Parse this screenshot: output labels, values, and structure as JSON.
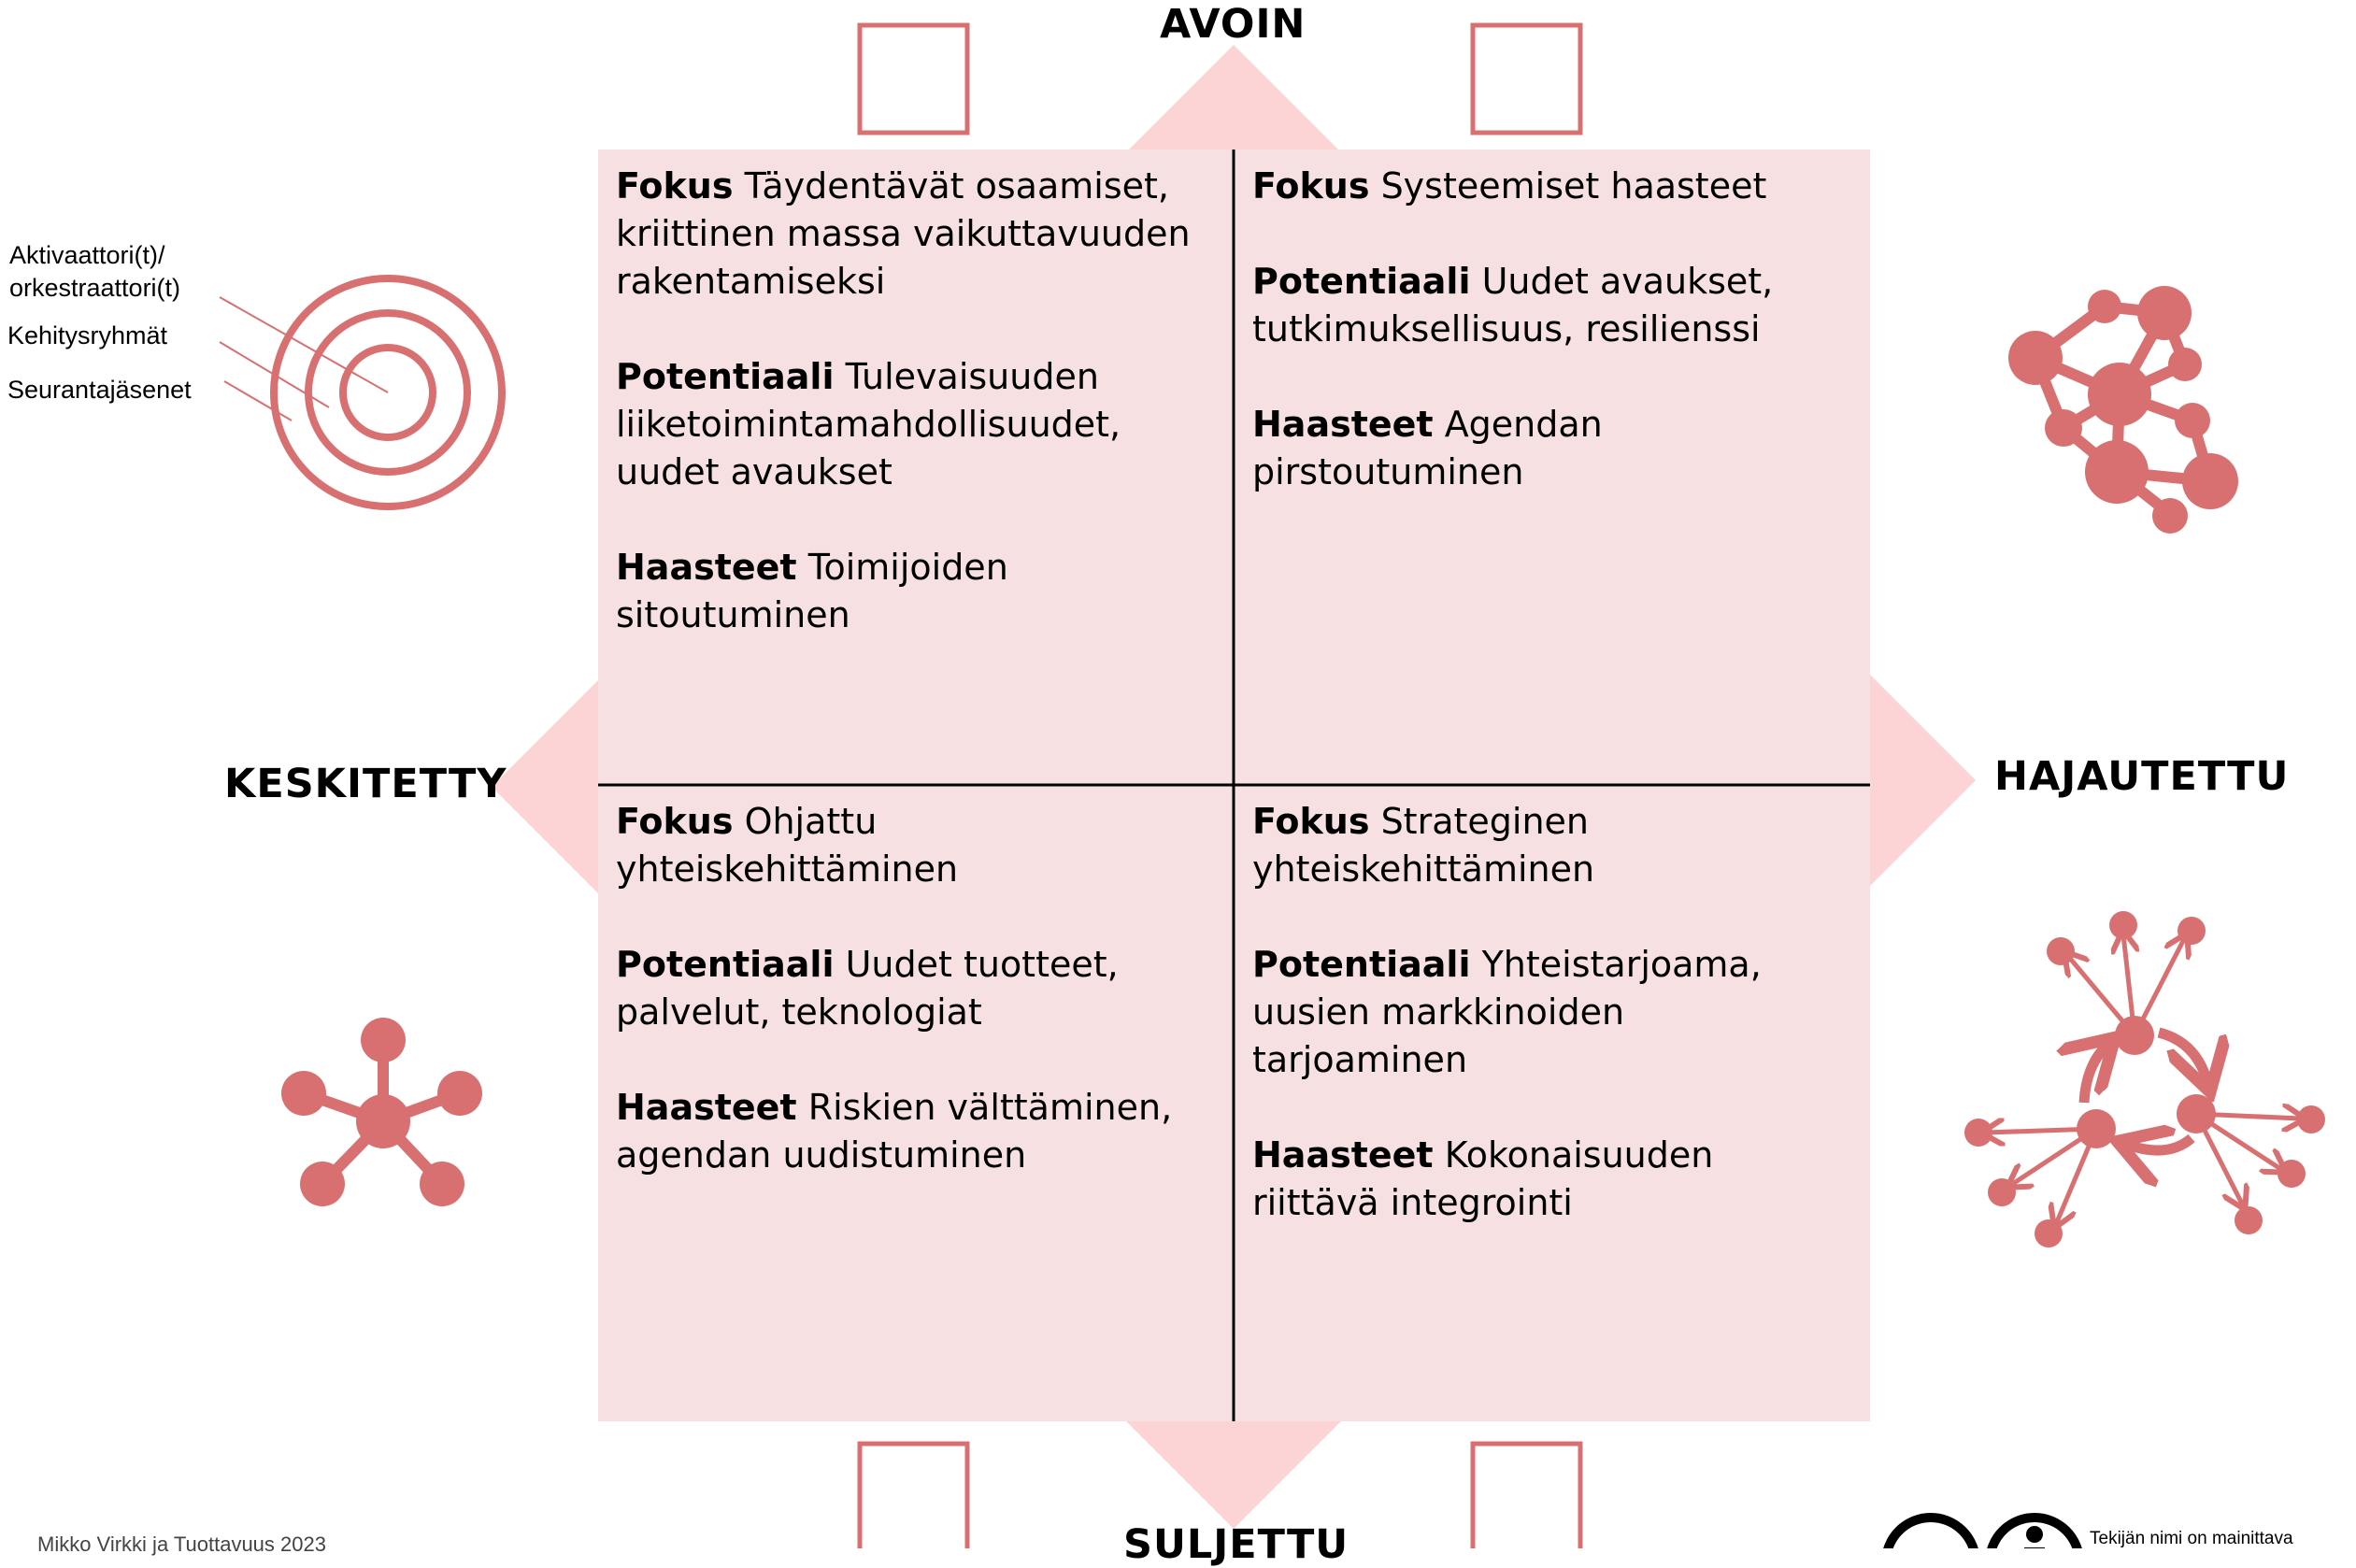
{
  "axes": {
    "top": "AVOIN",
    "bottom": "SULJETTU",
    "left": "KESKITETTY",
    "right": "HAJAUTETTU"
  },
  "quadrants": [
    {
      "id": "top-left",
      "focus_label": "Fokus",
      "focus": "Täydentävät osaamiset, kriittinen massa vaikuttavuuden rakentamiseksi",
      "potential_label": "Potentiaali",
      "potential": "Tulevaisuuden liiketoimintamahdollisuudet, uudet avaukset",
      "challenges_label": "Haasteet",
      "challenges": "Toimijoiden sitoutuminen"
    },
    {
      "id": "top-right",
      "focus_label": "Fokus",
      "focus": "Systeemiset haasteet",
      "potential_label": "Potentiaali",
      "potential": "Uudet avaukset, tutkimuksellisuus, resilienssi",
      "challenges_label": "Haasteet",
      "challenges": "Agendan pirstoutuminen"
    },
    {
      "id": "bottom-left",
      "focus_label": "Fokus",
      "focus": "Ohjattu yhteiskehittäminen",
      "potential_label": "Potentiaali",
      "potential": "Uudet tuotteet, palvelut, teknologiat",
      "challenges_label": "Haasteet",
      "challenges": "Riskien välttäminen, agendan uudistuminen"
    },
    {
      "id": "bottom-right",
      "focus_label": "Fokus",
      "focus": "Strateginen yhteiskehittäminen",
      "potential_label": "Potentiaali",
      "potential": "Yhteistarjoama, uusien markkinoiden tarjoaminen",
      "challenges_label": "Haasteet",
      "challenges": "Kokonaisuuden riittävä integrointi"
    }
  ],
  "legend": {
    "orchestrator": "Aktivaattori(t)/ orkestraattori(t)",
    "dev_groups": "Kehitysryhmät",
    "followers": "Seurantajäsenet"
  },
  "footer": {
    "credit": "Mikko Virkki ja Tuottavuus 2023",
    "license_note": "Tekijän nimi on mainittava"
  },
  "colors": {
    "quadrant_fill": "#f7e0e1",
    "arrow_fill": "#fcd4d6",
    "icon": "#d87071",
    "box_stroke": "#d87071",
    "divider": "#000000"
  },
  "icons": [
    "target-rings-icon",
    "molecule-network-icon",
    "hub-star-icon",
    "distributed-network-icon",
    "checkbox-icon",
    "cc-icon",
    "by-icon"
  ]
}
